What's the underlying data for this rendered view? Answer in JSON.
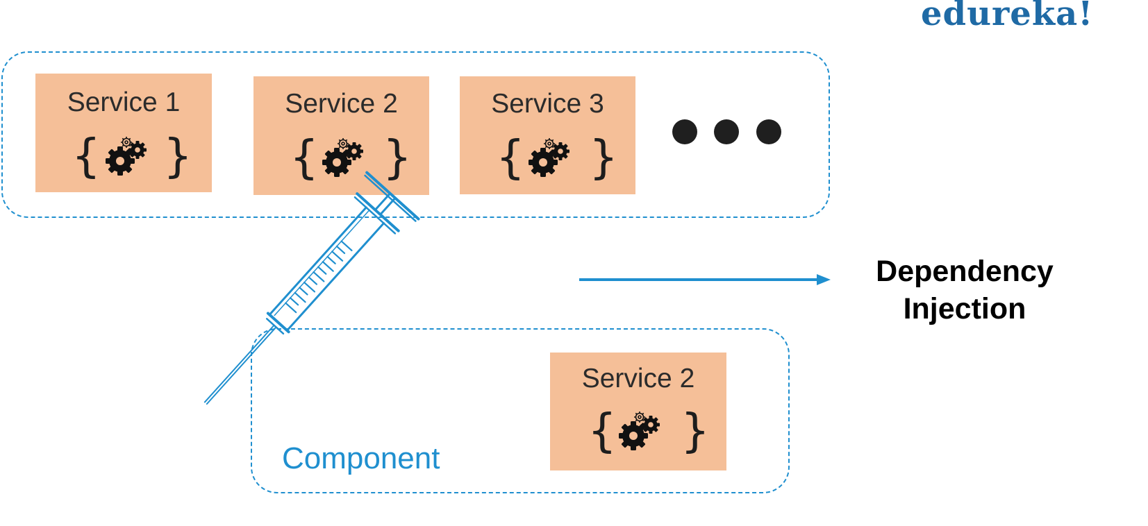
{
  "brand": {
    "logo_text": "edureka!",
    "logo_color": "#1f6aa5"
  },
  "colors": {
    "accent": "#1f8fcf",
    "service_fill": "#f5bf98"
  },
  "services_row": [
    {
      "label": "Service 1",
      "icon": "gears-icon"
    },
    {
      "label": "Service 2",
      "icon": "gears-icon"
    },
    {
      "label": "Service 3",
      "icon": "gears-icon"
    }
  ],
  "more_indicator": "ellipsis-dots",
  "component": {
    "label": "Component",
    "service": {
      "label": "Service 2",
      "icon": "gears-icon"
    }
  },
  "injector_icon": "syringe-icon",
  "title": {
    "line1": "Dependency",
    "line2": "Injection"
  }
}
